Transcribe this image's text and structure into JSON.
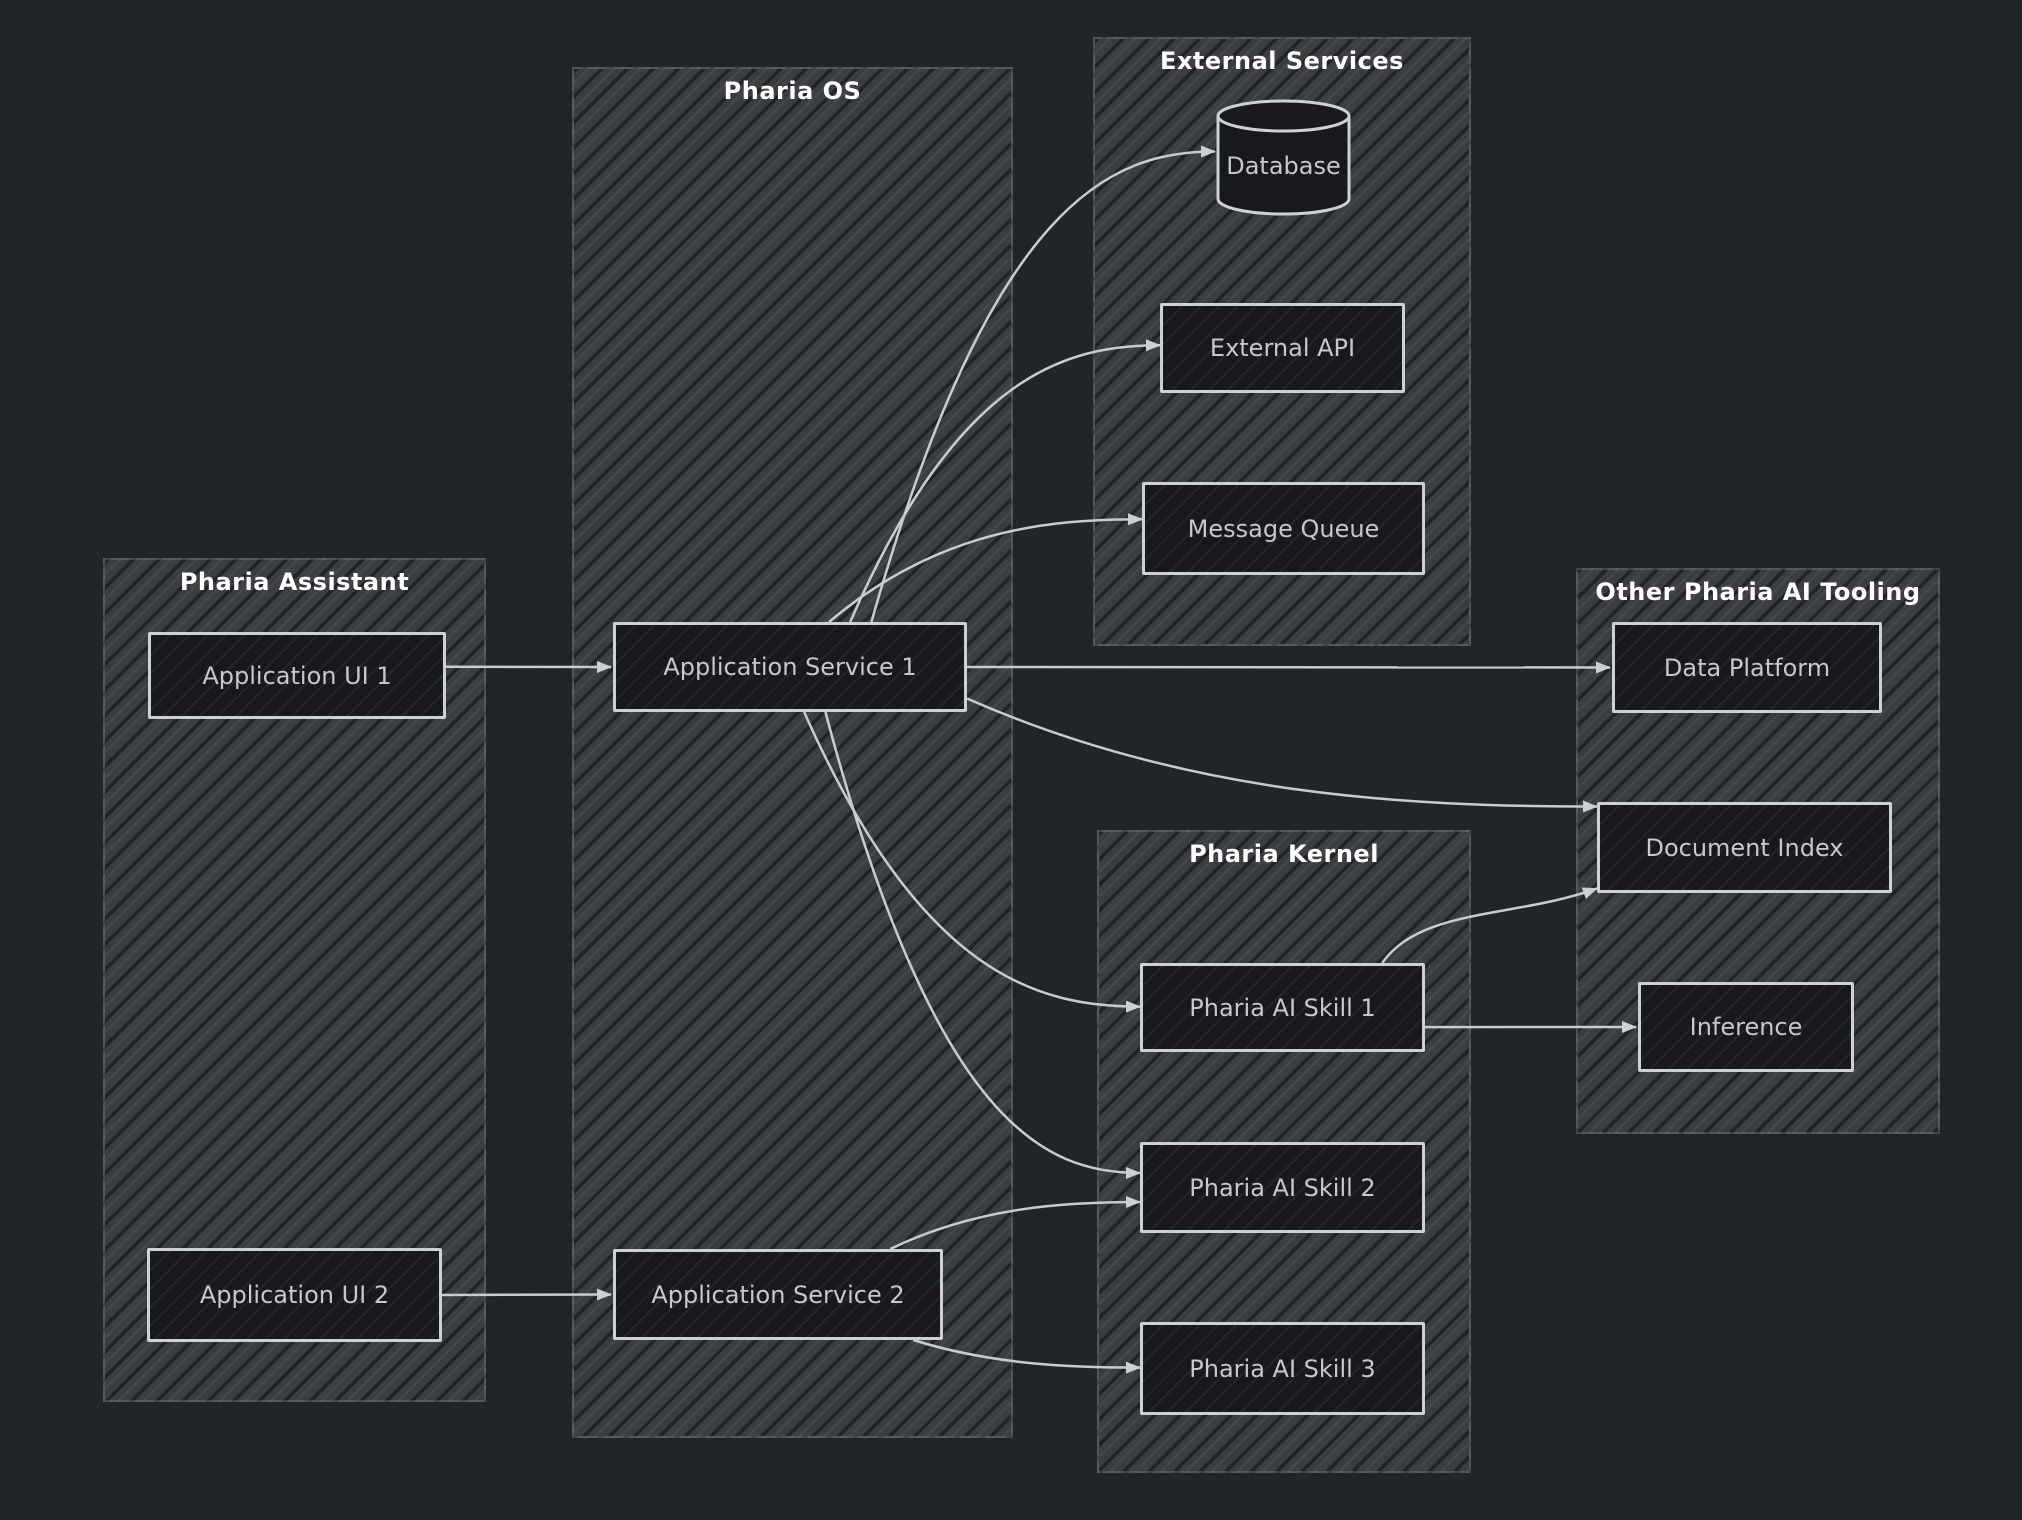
{
  "diagram": {
    "colors": {
      "background": "#212529",
      "container_fill": "#3a3d41",
      "node_fill": "#17191d",
      "node_border": "#ced1d3",
      "edge": "#c9cccf",
      "title_text": "#ffffff",
      "label_text": "#c6c8ca"
    },
    "containers": [
      {
        "id": "assistant",
        "title": "Pharia Assistant"
      },
      {
        "id": "os",
        "title": "Pharia OS"
      },
      {
        "id": "external",
        "title": "External Services"
      },
      {
        "id": "kernel",
        "title": "Pharia Kernel"
      },
      {
        "id": "tooling",
        "title": "Other Pharia AI Tooling"
      }
    ],
    "nodes": [
      {
        "id": "ui1",
        "label": "Application UI 1",
        "container": "assistant",
        "shape": "rect"
      },
      {
        "id": "ui2",
        "label": "Application UI 2",
        "container": "assistant",
        "shape": "rect"
      },
      {
        "id": "svc1",
        "label": "Application Service 1",
        "container": "os",
        "shape": "rect"
      },
      {
        "id": "svc2",
        "label": "Application Service 2",
        "container": "os",
        "shape": "rect"
      },
      {
        "id": "db",
        "label": "Database",
        "container": "external",
        "shape": "cylinder"
      },
      {
        "id": "api",
        "label": "External API",
        "container": "external",
        "shape": "rect"
      },
      {
        "id": "mq",
        "label": "Message Queue",
        "container": "external",
        "shape": "rect"
      },
      {
        "id": "skill1",
        "label": "Pharia AI Skill 1",
        "container": "kernel",
        "shape": "rect"
      },
      {
        "id": "skill2",
        "label": "Pharia AI Skill 2",
        "container": "kernel",
        "shape": "rect"
      },
      {
        "id": "skill3",
        "label": "Pharia AI Skill 3",
        "container": "kernel",
        "shape": "rect"
      },
      {
        "id": "dp",
        "label": "Data Platform",
        "container": "tooling",
        "shape": "rect"
      },
      {
        "id": "di",
        "label": "Document Index",
        "container": "tooling",
        "shape": "rect"
      },
      {
        "id": "inf",
        "label": "Inference",
        "container": "tooling",
        "shape": "rect"
      }
    ],
    "edges": [
      {
        "from": "ui1",
        "to": "svc1"
      },
      {
        "from": "ui2",
        "to": "svc2"
      },
      {
        "from": "svc1",
        "to": "db"
      },
      {
        "from": "svc1",
        "to": "api"
      },
      {
        "from": "svc1",
        "to": "mq"
      },
      {
        "from": "svc1",
        "to": "dp"
      },
      {
        "from": "svc1",
        "to": "di"
      },
      {
        "from": "svc1",
        "to": "skill1"
      },
      {
        "from": "svc1",
        "to": "skill2"
      },
      {
        "from": "svc2",
        "to": "skill2"
      },
      {
        "from": "svc2",
        "to": "skill3"
      },
      {
        "from": "skill1",
        "to": "di"
      },
      {
        "from": "skill1",
        "to": "inf"
      }
    ]
  }
}
